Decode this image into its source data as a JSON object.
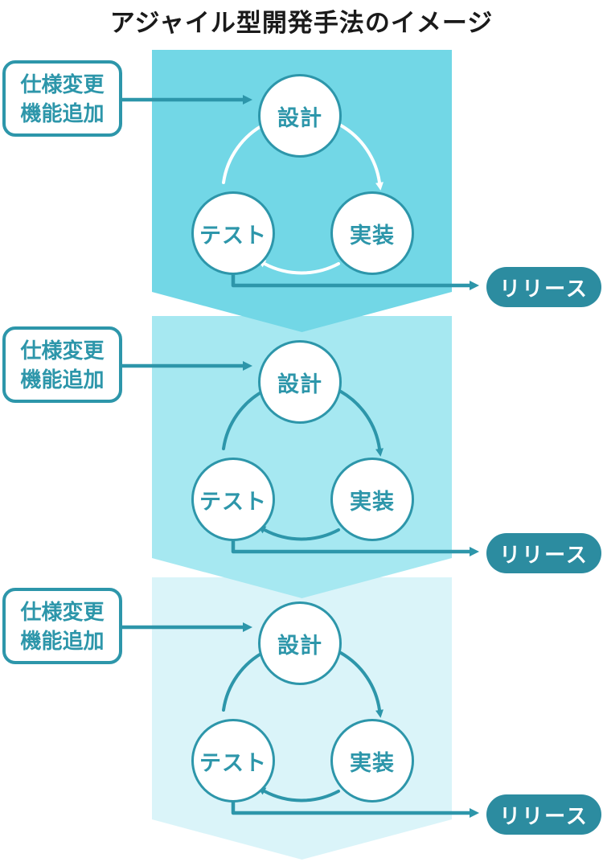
{
  "title": "アジャイル型開発手法のイメージ",
  "colors": {
    "accent": "#2d96aa",
    "release_pill": "#2c8ca0",
    "cycle_1_bg": "#72d7e6",
    "cycle_2_bg": "#a6e8f1",
    "cycle_3_bg": "#daf4f9",
    "cycle_1_arrow": "#ffffff"
  },
  "sections": [
    {
      "background_color": "#72d7e6",
      "cycle_arrow_color": "#ffffff",
      "input_box": {
        "line1": "仕様変更",
        "line2": "機能追加"
      },
      "nodes": {
        "design": "設計",
        "implement": "実装",
        "test": "テスト"
      },
      "release": {
        "label": "リリース"
      }
    },
    {
      "background_color": "#a6e8f1",
      "cycle_arrow_color": "#2d96aa",
      "input_box": {
        "line1": "仕様変更",
        "line2": "機能追加"
      },
      "nodes": {
        "design": "設計",
        "implement": "実装",
        "test": "テスト"
      },
      "release": {
        "label": "リリース"
      }
    },
    {
      "background_color": "#daf4f9",
      "cycle_arrow_color": "#2d96aa",
      "input_box": {
        "line1": "仕様変更",
        "line2": "機能追加"
      },
      "nodes": {
        "design": "設計",
        "implement": "実装",
        "test": "テスト"
      },
      "release": {
        "label": "リリース"
      }
    }
  ]
}
